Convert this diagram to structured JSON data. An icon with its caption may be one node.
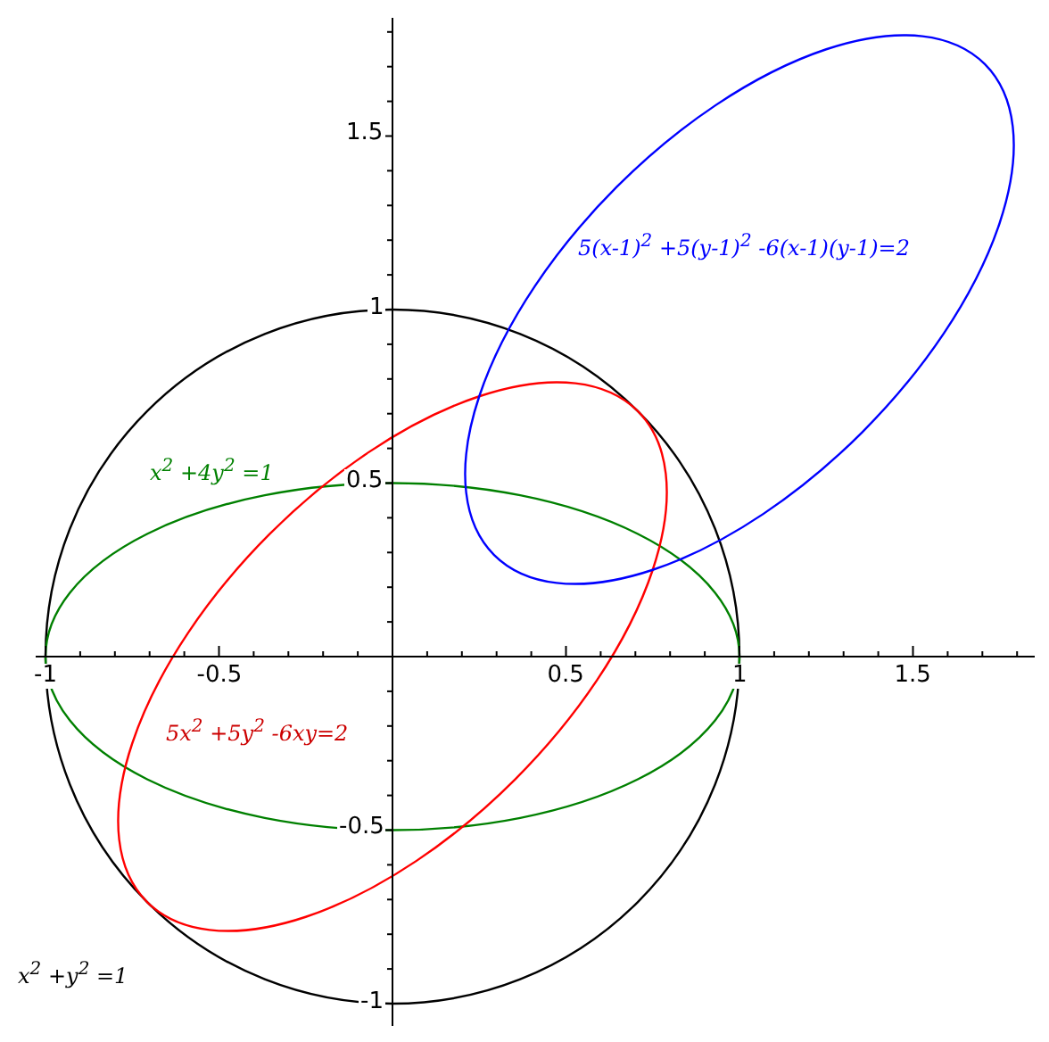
{
  "diagram": {
    "labels": [
      "1.5",
      "1",
      "5(x-1)$^{2}$ +5(y-1)$^{2}$ -6(x-1)(y-1)=2",
      "x$^{2}$ +4y$^{2}$ =1",
      "0.5",
      "-1",
      "-0.5",
      "0.5",
      "1",
      "1.5",
      "5x$^{2}$ +5y$^{2}$ -6xy=2",
      "-0.5",
      "x$^{2}$ +y$^{2}$ =1",
      "-1"
    ]
  }
}
